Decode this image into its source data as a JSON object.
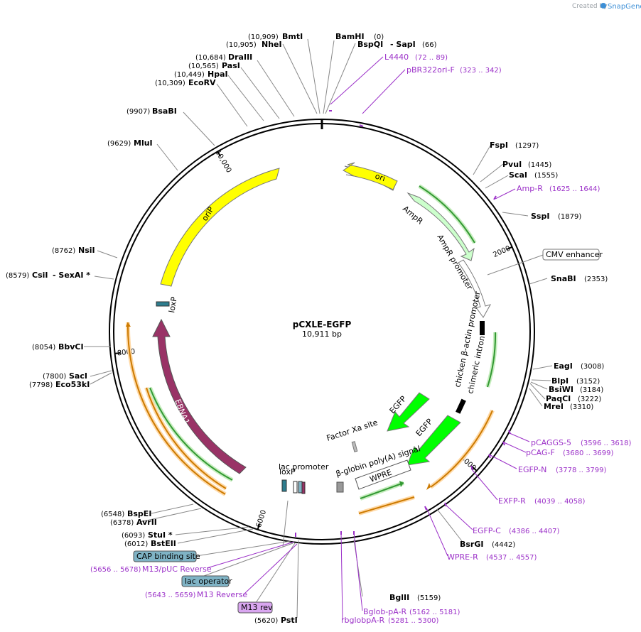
{
  "plasmid": {
    "name": "pCXLE-EGFP",
    "size": "10,911 bp",
    "total_bp": 10911
  },
  "watermark": {
    "prefix": "Created by",
    "brand": "SnapGene"
  },
  "colors": {
    "ori": "#ffff00",
    "ampr": "#ccffcc",
    "oriP": "#ffff00",
    "ebna1": "#993366",
    "egfp": "#00ff00",
    "loxp": "#2e7d8e",
    "lac_operator_box": "#7fb3c5",
    "cap_site_box": "#7fb3c5",
    "m13rev_box": "#d9a6f0",
    "primer": "#9b30c8",
    "primer_arrow_green": "#339933",
    "primer_arrow_orange": "#cc7a00"
  },
  "ticks": [
    {
      "bp": 2000,
      "label": "2000"
    },
    {
      "bp": 4000,
      "label": "4000"
    },
    {
      "bp": 6000,
      "label": "6000"
    },
    {
      "bp": 8000,
      "label": "8000"
    },
    {
      "bp": 10000,
      "label": "10,000"
    }
  ],
  "enzymes_right": [
    {
      "name": "BamHI",
      "pos": "(0)"
    },
    {
      "name": "BspQI",
      "pos": "(66)",
      "suffix": "- SapI"
    },
    {
      "name": "FspI",
      "pos": "(1297)"
    },
    {
      "name": "PvuI",
      "pos": "(1445)"
    },
    {
      "name": "ScaI",
      "pos": "(1555)"
    },
    {
      "name": "SspI",
      "pos": "(1879)"
    },
    {
      "name": "SnaBI",
      "pos": "(2353)"
    },
    {
      "name": "EagI",
      "pos": "(3008)"
    },
    {
      "name": "BlpI",
      "pos": "(3152)"
    },
    {
      "name": "BsiWI",
      "pos": "(3184)"
    },
    {
      "name": "PaqCI",
      "pos": "(3222)"
    },
    {
      "name": "MreI",
      "pos": "(3310)"
    },
    {
      "name": "BsrGI",
      "pos": "(4442)"
    },
    {
      "name": "BglII",
      "pos": "(5159)"
    }
  ],
  "enzymes_left": [
    {
      "name": "BmtI",
      "pos": "(10,909)"
    },
    {
      "name": "NheI",
      "pos": "(10,905)"
    },
    {
      "name": "DraIII",
      "pos": "(10,684)"
    },
    {
      "name": "PasI",
      "pos": "(10,565)"
    },
    {
      "name": "HpaI",
      "pos": "(10,449)"
    },
    {
      "name": "EcoRV",
      "pos": "(10,309)"
    },
    {
      "name": "BsaBI",
      "pos": "(9907)"
    },
    {
      "name": "MluI",
      "pos": "(9629)"
    },
    {
      "name": "NsiI",
      "pos": "(8762)"
    },
    {
      "name": "CsiI",
      "pos": "(8579)",
      "suffix": "- SexAI *"
    },
    {
      "name": "BbvCI",
      "pos": "(8054)"
    },
    {
      "name": "SacI",
      "pos": "(7800)"
    },
    {
      "name": "Eco53kI",
      "pos": "(7798)"
    },
    {
      "name": "BspEI",
      "pos": "(6548)"
    },
    {
      "name": "AvrII",
      "pos": "(6378)"
    },
    {
      "name": "StuI *",
      "pos": "(6093)"
    },
    {
      "name": "BstEII",
      "pos": "(6012)"
    },
    {
      "name": "PstI",
      "pos": "(5620)"
    }
  ],
  "primers": [
    {
      "name": "L4440",
      "pos": "(72 .. 89)"
    },
    {
      "name": "pBR322ori-F",
      "pos": "(323 .. 342)"
    },
    {
      "name": "Amp-R",
      "pos": "(1625 .. 1644)"
    },
    {
      "name": "pCAGGS-5",
      "pos": "(3596 .. 3618)"
    },
    {
      "name": "pCAG-F",
      "pos": "(3680 .. 3699)"
    },
    {
      "name": "EGFP-N",
      "pos": "(3778 .. 3799)"
    },
    {
      "name": "EXFP-R",
      "pos": "(4039 .. 4058)"
    },
    {
      "name": "EGFP-C",
      "pos": "(4386 .. 4407)"
    },
    {
      "name": "WPRE-R",
      "pos": "(4537 .. 4557)"
    },
    {
      "name": "Bglob-pA-R",
      "pos": "(5162 .. 5181)"
    },
    {
      "name": "rbglobpA-R",
      "pos": "(5281 .. 5300)"
    },
    {
      "name": "M13/pUC Reverse",
      "pos": "(5656 .. 5678)"
    },
    {
      "name": "M13 Reverse",
      "pos": "(5643 .. 5659)"
    }
  ],
  "features": {
    "ori": "ori",
    "ampr": "AmpR",
    "ampr_promoter": "AmpR promoter",
    "cmv_enhancer": "CMV enhancer",
    "chicken_actin": "chicken β-actin promoter",
    "chimeric_intron": "chimeric intron",
    "egfp_inner": "EGFP",
    "egfp_outer": "EGFP",
    "factor_xa": "Factor Xa site",
    "bglobin": "β-globin poly(A) signal",
    "wpre": "WPRE",
    "lac_promoter": "lac promoter",
    "loxp_bottom": "loxP",
    "loxp_top": "loxP",
    "oriP": "oriP",
    "ebna1": "EBNA1",
    "cap_site": "CAP binding site",
    "lac_operator": "lac operator",
    "m13_rev": "M13 rev"
  }
}
